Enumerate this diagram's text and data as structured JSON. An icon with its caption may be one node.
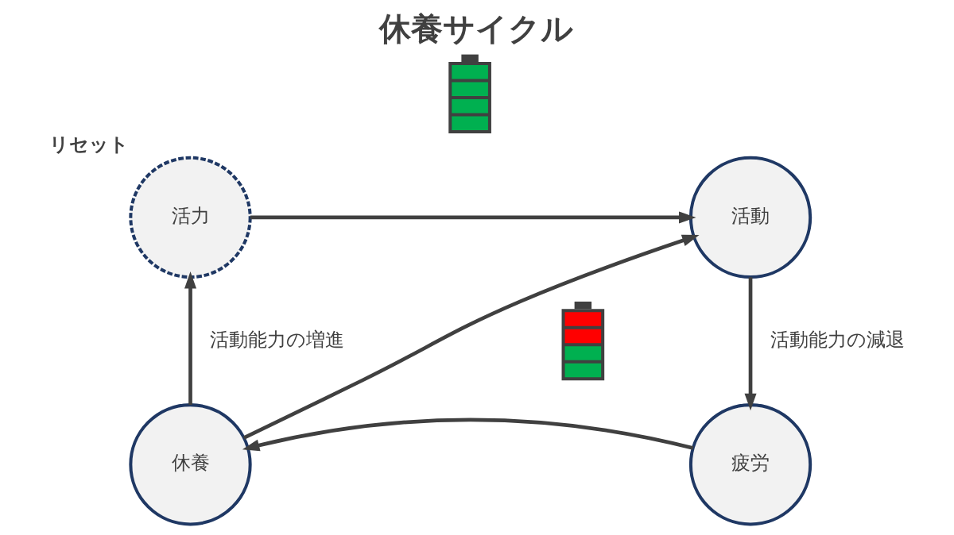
{
  "diagram": {
    "title": "休養サイクル",
    "nodes": [
      {
        "text": [
          "活力"
        ],
        "beside": [
          "リセット"
        ]
      },
      {
        "text": [
          "活動"
        ]
      },
      {
        "text": [
          "疲労"
        ]
      },
      {
        "text": [
          "休養"
        ]
      },
      {
        "text": [],
        "shape": "picture"
      },
      {
        "text": [],
        "shape": "picture"
      }
    ],
    "edges": [
      {
        "from": 0,
        "to": 1,
        "arrow": "to"
      },
      {
        "from": 1,
        "to": 2,
        "arrow": "to",
        "label": "活動能力の減退"
      },
      {
        "from": 2,
        "to": 3,
        "arrow": "to"
      },
      {
        "from": 3,
        "to": 0,
        "arrow": "to",
        "label": "活動能力の増進"
      },
      {
        "from": 3,
        "to": 1,
        "arrow": "to"
      }
    ]
  }
}
